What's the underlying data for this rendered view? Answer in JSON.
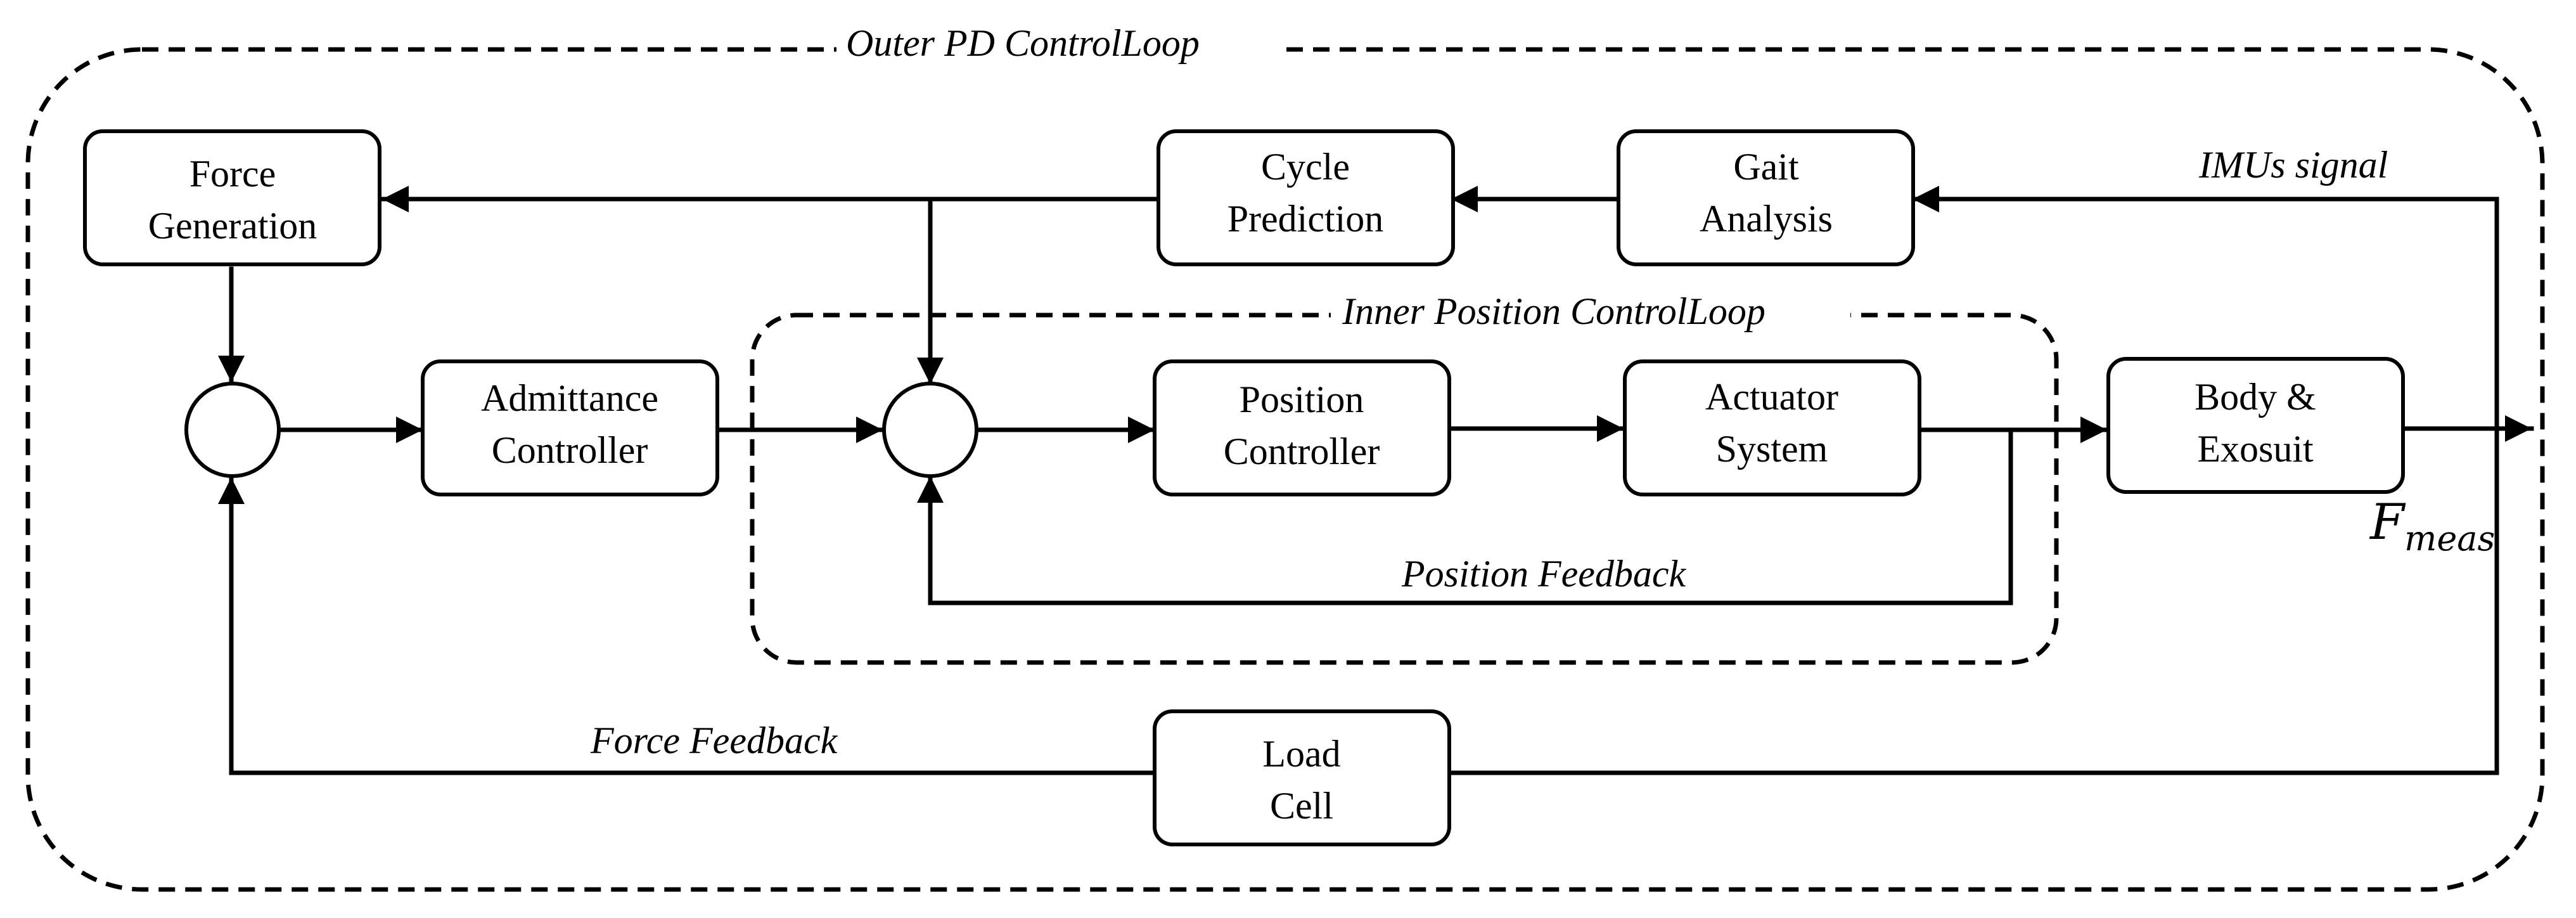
{
  "loops": {
    "outer": "Outer PD ControlLoop",
    "inner": "Inner Position ControlLoop"
  },
  "blocks": {
    "force_generation": [
      "Force",
      "Generation"
    ],
    "cycle_prediction": [
      "Cycle",
      "Prediction"
    ],
    "gait_analysis": [
      "Gait",
      "Analysis"
    ],
    "admittance_controller": [
      "Admittance",
      "Controller"
    ],
    "position_controller": [
      "Position",
      "Controller"
    ],
    "actuator_system": [
      "Actuator",
      "System"
    ],
    "body_exosuit": [
      "Body &",
      "Exosuit"
    ],
    "load_cell": [
      "Load",
      "Cell"
    ]
  },
  "signals": {
    "imus": "IMUs signal",
    "position_feedback": "Position Feedback",
    "force_feedback": "Force Feedback",
    "f_meas_base": "F",
    "f_meas_sub": "meas"
  }
}
